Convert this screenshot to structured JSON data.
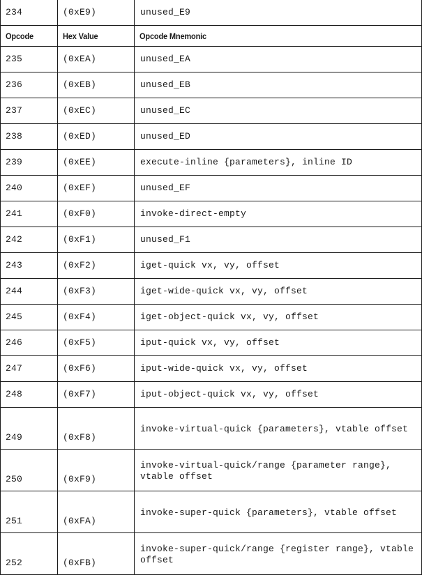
{
  "table": {
    "headers": {
      "opcode": "Opcode",
      "hex": "Hex Value",
      "mnemonic": "Opcode Mnemonic"
    },
    "top_row": {
      "opcode": "234",
      "hex": "(0xE9)",
      "mnemonic": "unused_E9"
    },
    "rows": [
      {
        "opcode": "235",
        "hex": "(0xEA)",
        "mnemonic": "unused_EA",
        "lines": 1
      },
      {
        "opcode": "236",
        "hex": "(0xEB)",
        "mnemonic": "unused_EB",
        "lines": 1
      },
      {
        "opcode": "237",
        "hex": "(0xEC)",
        "mnemonic": "unused_EC",
        "lines": 1
      },
      {
        "opcode": "238",
        "hex": "(0xED)",
        "mnemonic": "unused_ED",
        "lines": 1
      },
      {
        "opcode": "239",
        "hex": "(0xEE)",
        "mnemonic": "execute-inline {parameters}, inline ID",
        "lines": 1
      },
      {
        "opcode": "240",
        "hex": "(0xEF)",
        "mnemonic": "unused_EF",
        "lines": 1
      },
      {
        "opcode": "241",
        "hex": "(0xF0)",
        "mnemonic": "invoke-direct-empty",
        "lines": 1
      },
      {
        "opcode": "242",
        "hex": "(0xF1)",
        "mnemonic": "unused_F1",
        "lines": 1
      },
      {
        "opcode": "243",
        "hex": "(0xF2)",
        "mnemonic": "iget-quick vx, vy, offset",
        "lines": 1
      },
      {
        "opcode": "244",
        "hex": "(0xF3)",
        "mnemonic": "iget-wide-quick vx, vy, offset",
        "lines": 1
      },
      {
        "opcode": "245",
        "hex": "(0xF4)",
        "mnemonic": "iget-object-quick vx, vy, offset",
        "lines": 1
      },
      {
        "opcode": "246",
        "hex": "(0xF5)",
        "mnemonic": "iput-quick vx, vy, offset",
        "lines": 1
      },
      {
        "opcode": "247",
        "hex": "(0xF6)",
        "mnemonic": "iput-wide-quick vx, vy, offset",
        "lines": 1
      },
      {
        "opcode": "248",
        "hex": "(0xF7)",
        "mnemonic": "iput-object-quick vx, vy, offset",
        "lines": 1
      },
      {
        "opcode": "249",
        "hex": "(0xF8)",
        "mnemonic": "invoke-virtual-quick {parameters}, vtable offset",
        "lines": 2
      },
      {
        "opcode": "250",
        "hex": "(0xF9)",
        "mnemonic": "invoke-virtual-quick/range {parameter range}, vtable offset",
        "lines": 2
      },
      {
        "opcode": "251",
        "hex": "(0xFA)",
        "mnemonic": "invoke-super-quick {parameters}, vtable offset",
        "lines": 2
      },
      {
        "opcode": "252",
        "hex": "(0xFB)",
        "mnemonic": "invoke-super-quick/range {register range}, vtable offset",
        "lines": 2
      }
    ]
  }
}
